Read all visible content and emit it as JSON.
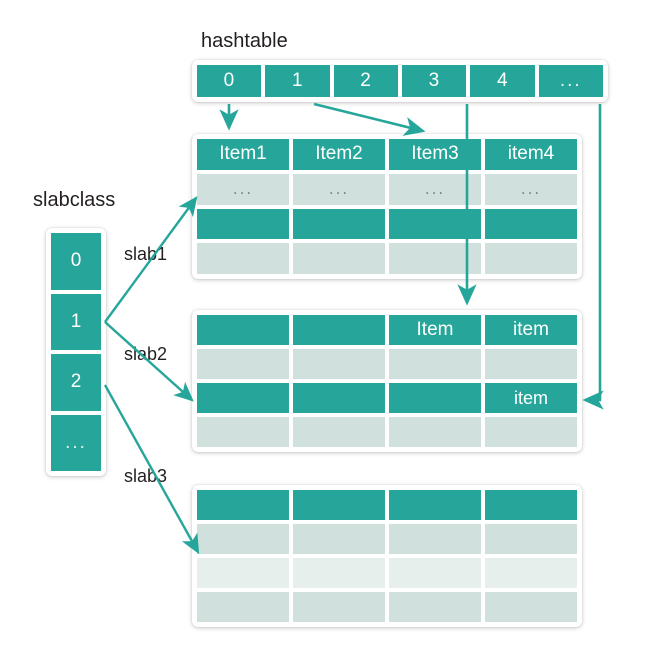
{
  "diagram": {
    "title_hashtable": "hashtable",
    "title_slabclass": "slabclass",
    "colors": {
      "teal": "#26a69a",
      "light": "#cfe0dd",
      "pale": "#e7efed",
      "text": "#231f20",
      "white": "#ffffff"
    }
  },
  "hashtable": {
    "label": "hashtable",
    "cells": [
      "0",
      "1",
      "2",
      "3",
      "4",
      "..."
    ]
  },
  "slabclass": {
    "label": "slabclass",
    "cells": [
      "0",
      "1",
      "2",
      "..."
    ]
  },
  "connector_labels": {
    "slab1": "slab1",
    "slab2": "slab2",
    "slab3": "slab3"
  },
  "slab_tables": [
    {
      "name": "slab1",
      "rows": [
        {
          "style": "dark",
          "cells": [
            "Item1",
            "Item2",
            "Item3",
            "item4"
          ]
        },
        {
          "style": "light",
          "cells": [
            "...",
            "...",
            "...",
            "..."
          ]
        },
        {
          "style": "dark",
          "cells": [
            "",
            "",
            "",
            ""
          ]
        },
        {
          "style": "light",
          "cells": [
            "",
            "",
            "",
            ""
          ]
        }
      ]
    },
    {
      "name": "slab2",
      "rows": [
        {
          "style": "dark",
          "cells": [
            "",
            "",
            "Item",
            "item"
          ]
        },
        {
          "style": "light",
          "cells": [
            "",
            "",
            "",
            ""
          ]
        },
        {
          "style": "dark",
          "cells": [
            "",
            "",
            "",
            "item"
          ]
        },
        {
          "style": "light",
          "cells": [
            "",
            "",
            "",
            ""
          ]
        }
      ]
    },
    {
      "name": "slab3",
      "rows": [
        {
          "style": "dark",
          "cells": [
            "",
            "",
            "",
            ""
          ]
        },
        {
          "style": "light",
          "cells": [
            "",
            "",
            "",
            ""
          ]
        },
        {
          "style": "pale",
          "cells": [
            "",
            "",
            "",
            ""
          ]
        },
        {
          "style": "light",
          "cells": [
            "",
            "",
            "",
            ""
          ]
        }
      ]
    }
  ]
}
